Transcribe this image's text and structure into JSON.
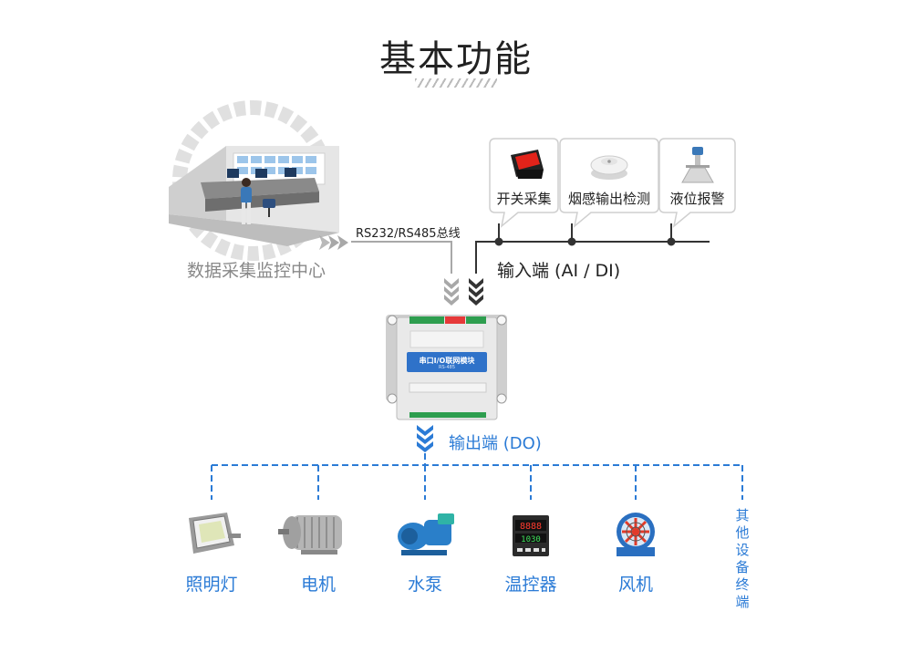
{
  "title": "基本功能",
  "monitoring_center": {
    "label": "数据采集监控中心"
  },
  "bus": {
    "label": "RS232/RS485总线"
  },
  "inputs": {
    "label": "输入端 (AI / DI)",
    "items": [
      {
        "label": "开关采集",
        "icon": "rocker-switch-icon"
      },
      {
        "label": "烟感输出检测",
        "icon": "smoke-detector-icon"
      },
      {
        "label": "液位报警",
        "icon": "radar-level-sensor-icon"
      }
    ]
  },
  "module": {
    "title": "串口I/O联网模块",
    "subtitle": "RS-485"
  },
  "outputs": {
    "label": "输出端 (DO)",
    "items": [
      {
        "label": "照明灯",
        "icon": "floodlight-icon"
      },
      {
        "label": "电机",
        "icon": "motor-icon"
      },
      {
        "label": "水泵",
        "icon": "water-pump-icon"
      },
      {
        "label": "温控器",
        "icon": "temperature-controller-icon"
      },
      {
        "label": "风机",
        "icon": "axial-fan-icon"
      }
    ],
    "other": "其他设备终端"
  },
  "thermostat_display": {
    "top": "8888",
    "bottom": "1030"
  },
  "colors": {
    "accent": "#2b7bd6",
    "gray_arrow": "#a8a8a8",
    "dark_arrow": "#333333"
  }
}
